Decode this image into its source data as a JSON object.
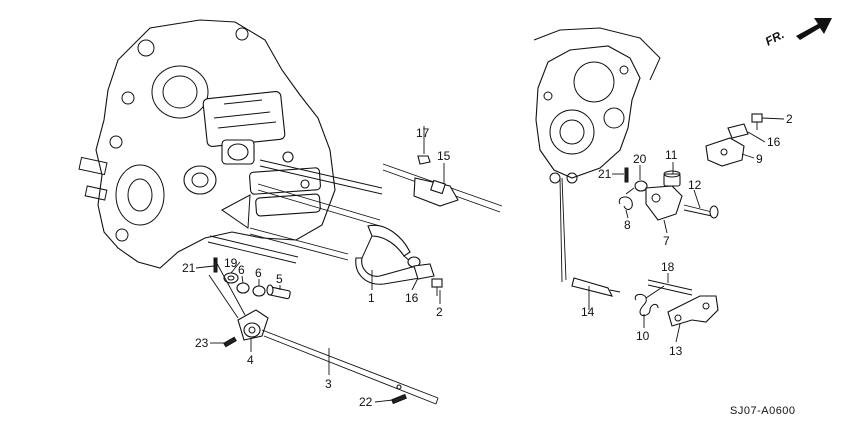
{
  "diagram": {
    "code": "SJ07-A0600",
    "direction_label": "FR.",
    "callouts": [
      {
        "id": "c1",
        "text": "1"
      },
      {
        "id": "c2a",
        "text": "2"
      },
      {
        "id": "c2b",
        "text": "2"
      },
      {
        "id": "c3",
        "text": "3"
      },
      {
        "id": "c4",
        "text": "4"
      },
      {
        "id": "c5",
        "text": "5"
      },
      {
        "id": "c6a",
        "text": "6"
      },
      {
        "id": "c6b",
        "text": "6"
      },
      {
        "id": "c7",
        "text": "7"
      },
      {
        "id": "c8",
        "text": "8"
      },
      {
        "id": "c9",
        "text": "9"
      },
      {
        "id": "c10",
        "text": "10"
      },
      {
        "id": "c11",
        "text": "11"
      },
      {
        "id": "c12",
        "text": "12"
      },
      {
        "id": "c13",
        "text": "13"
      },
      {
        "id": "c14",
        "text": "14"
      },
      {
        "id": "c15",
        "text": "15"
      },
      {
        "id": "c16a",
        "text": "16"
      },
      {
        "id": "c16b",
        "text": "16"
      },
      {
        "id": "c17",
        "text": "17"
      },
      {
        "id": "c18",
        "text": "18"
      },
      {
        "id": "c19",
        "text": "19"
      },
      {
        "id": "c20",
        "text": "20"
      },
      {
        "id": "c21a",
        "text": "21"
      },
      {
        "id": "c21b",
        "text": "21"
      },
      {
        "id": "c22",
        "text": "22"
      },
      {
        "id": "c23",
        "text": "23"
      }
    ]
  }
}
